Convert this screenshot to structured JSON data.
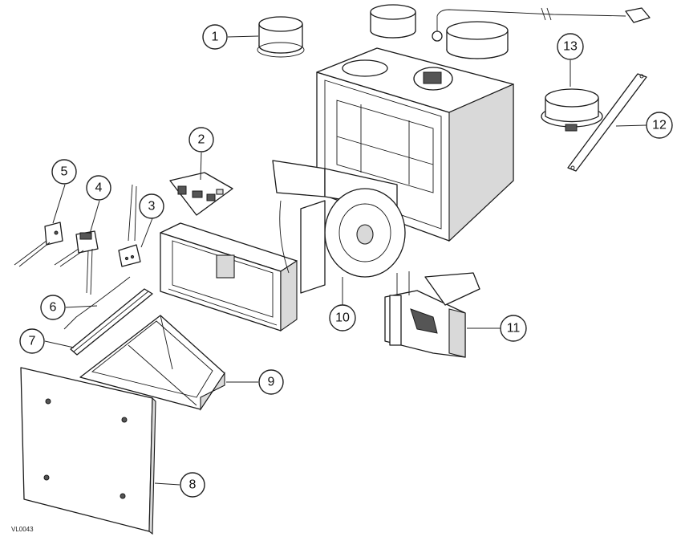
{
  "diagram": {
    "drawing_code": "VL0043",
    "callouts": [
      {
        "label": "1"
      },
      {
        "label": "2"
      },
      {
        "label": "3"
      },
      {
        "label": "4"
      },
      {
        "label": "5"
      },
      {
        "label": "6"
      },
      {
        "label": "7"
      },
      {
        "label": "8"
      },
      {
        "label": "9"
      },
      {
        "label": "10"
      },
      {
        "label": "11"
      },
      {
        "label": "12"
      },
      {
        "label": "13"
      }
    ]
  }
}
